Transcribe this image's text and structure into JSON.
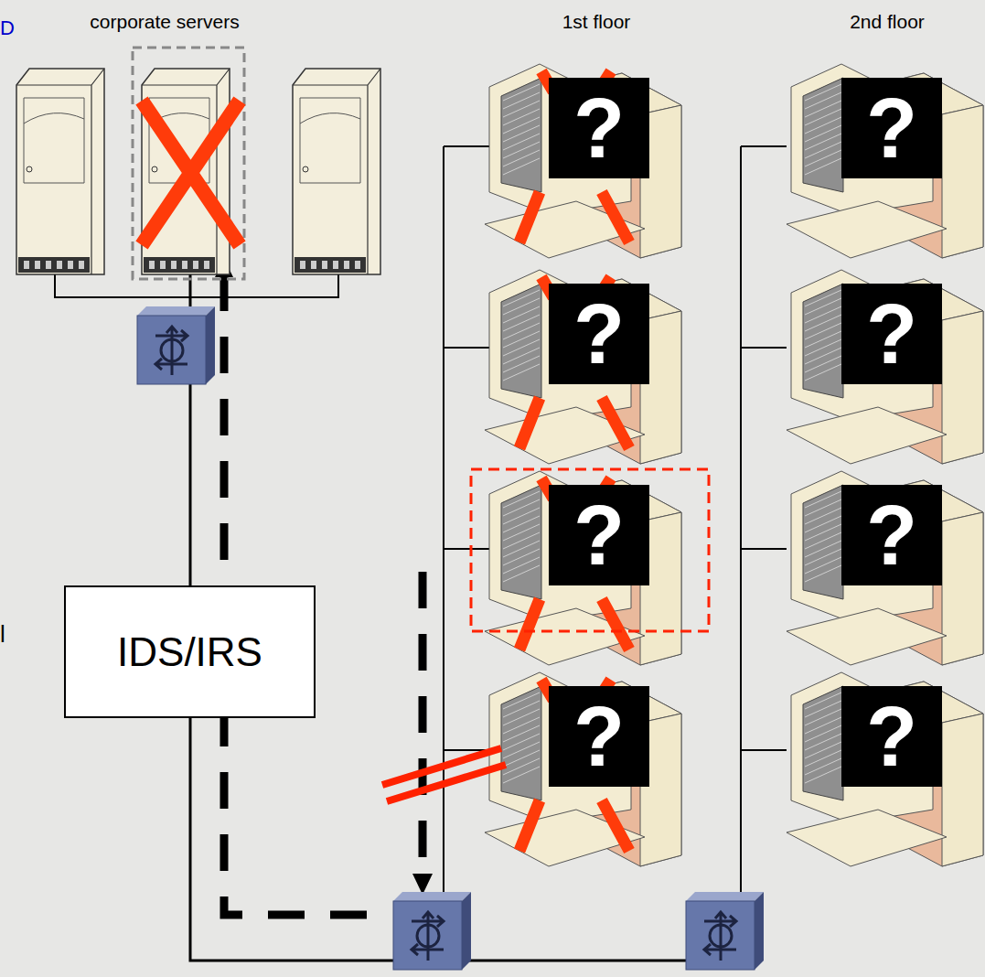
{
  "diagram": {
    "nodes": [
      {
        "text": [
          "?"
        ]
      },
      {
        "text": [
          "?"
        ]
      },
      {
        "text": [
          "?"
        ]
      },
      {
        "text": [
          "?"
        ]
      },
      {
        "text": [
          "?"
        ]
      },
      {
        "text": [
          "?"
        ]
      },
      {
        "text": [
          "IDS/IRS"
        ]
      },
      {
        "text": [
          "?"
        ]
      },
      {
        "text": [
          "?"
        ]
      }
    ],
    "labels": [
      "D",
      "corporate servers",
      "1st floor",
      "2nd floor",
      "l"
    ]
  }
}
